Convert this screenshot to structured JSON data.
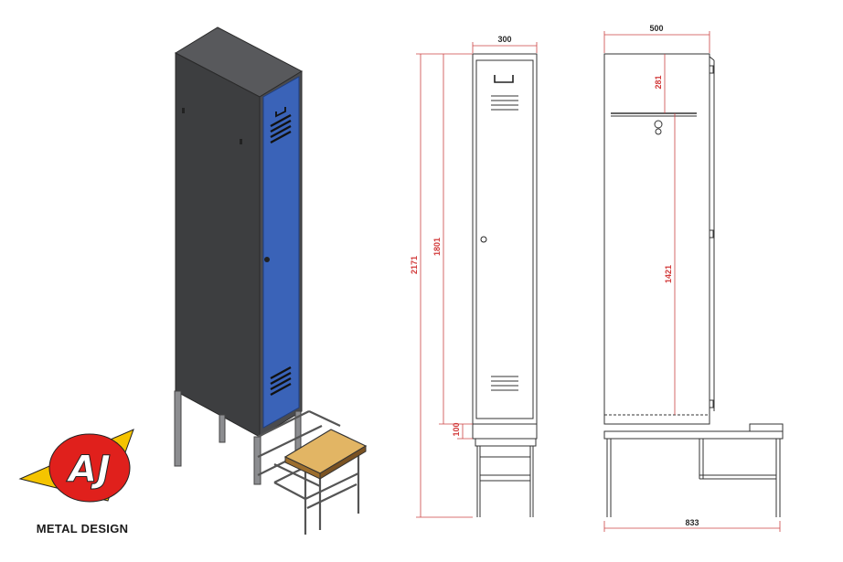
{
  "brand": {
    "logo_text": "AJ",
    "name": "METAL DESIGN",
    "colors": {
      "red": "#e0201c",
      "yellow": "#f5c400",
      "blue": "#2a55b5"
    }
  },
  "front_view": {
    "width_label": "300",
    "total_height_label": "2171",
    "door_height_label": "1801",
    "base_height_label": "100"
  },
  "side_view": {
    "depth_label": "500",
    "rail_offset_label": "281",
    "inner_height_label": "1421",
    "bench_depth_label": "833"
  },
  "colors": {
    "body": "#3d3e40",
    "door": "#3a63b8",
    "bench_seat": "#e2b564",
    "dimension": "#d23a3a"
  }
}
